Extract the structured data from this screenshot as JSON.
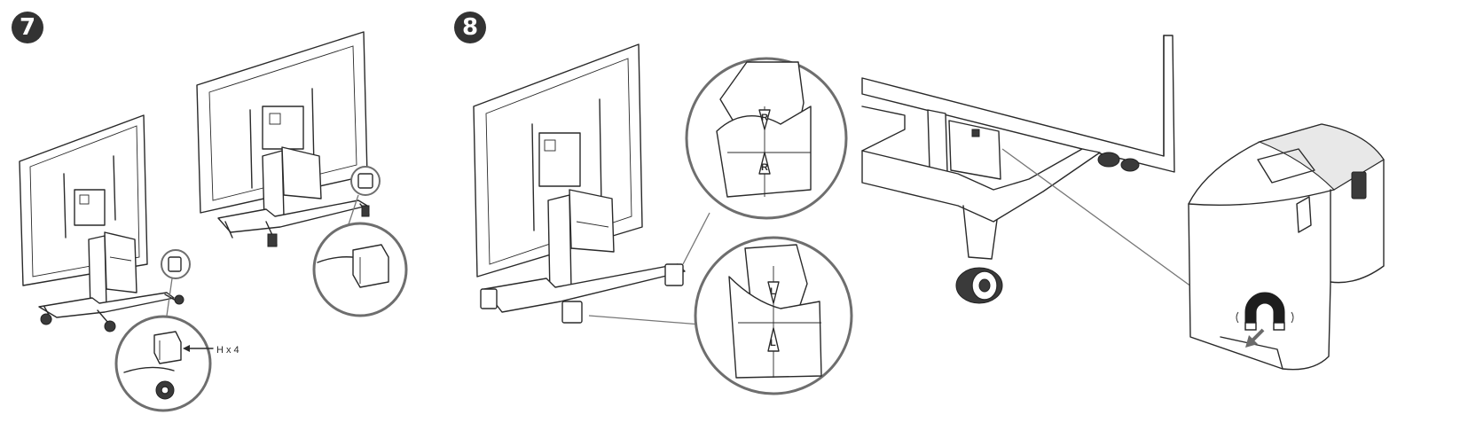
{
  "steps": [
    {
      "number": "7"
    },
    {
      "number": "8"
    }
  ],
  "callouts": {
    "h_quantity": "H x 4",
    "right_marker": "R",
    "left_marker": "L"
  },
  "colors": {
    "line": "#2a2a2a",
    "badge": "#333333",
    "detail_circle": "#6e6e6e"
  },
  "icons": {
    "magnet": "magnet-icon",
    "arrow": "arrow-down-left-icon"
  }
}
